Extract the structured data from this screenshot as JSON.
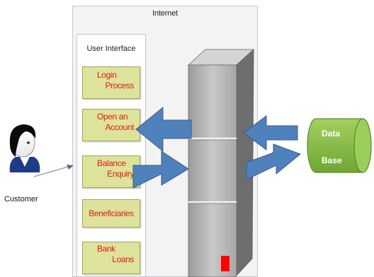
{
  "internet": {
    "label": "Internet"
  },
  "user_interface": {
    "label": "User Interface"
  },
  "modules": [
    {
      "line1": "Login",
      "line2": "Process"
    },
    {
      "line1": "Open an",
      "line2": "Account"
    },
    {
      "line1": "Balance",
      "line2": "Enquiry"
    },
    {
      "line1": "Beneficiaries"
    },
    {
      "line1": "Bank",
      "line2": "Loans"
    }
  ],
  "customer": {
    "label": "Customer"
  },
  "database": {
    "line1": "Data",
    "line2": "Base"
  },
  "colors": {
    "module_fill": "#dde39a",
    "module_text": "#e01b1b",
    "arrow_fill": "#4f81bd",
    "database_fill": "#8ec24a",
    "server_fill": "#b8b8b8",
    "indicator": "#ff0000"
  },
  "icons": [
    "customer-avatar-icon",
    "server-tower-icon",
    "database-cylinder-icon"
  ]
}
